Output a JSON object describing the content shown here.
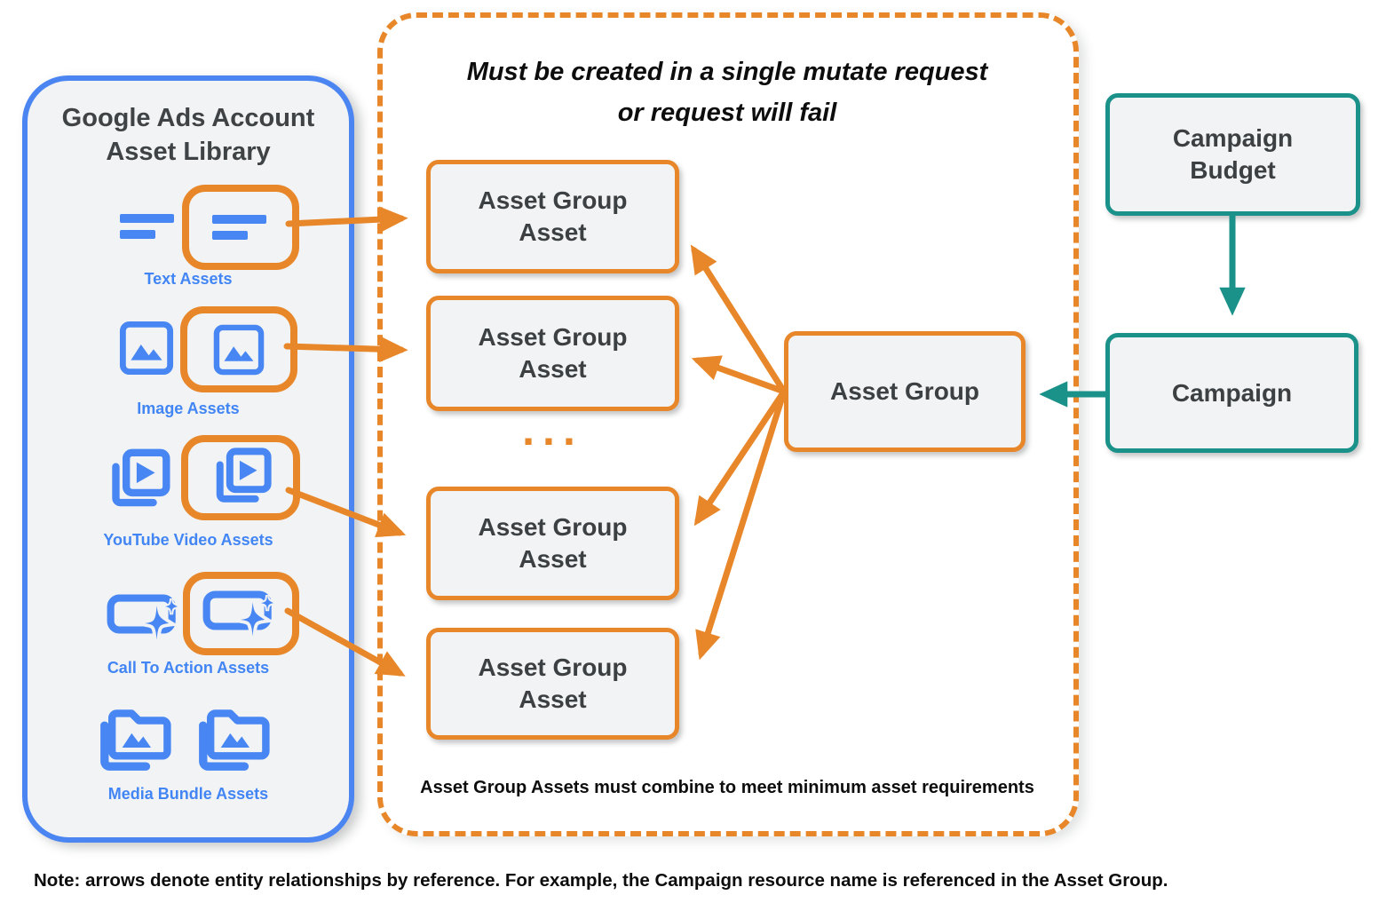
{
  "library": {
    "title_line1": "Google Ads Account",
    "title_line2": "Asset Library",
    "rows": [
      {
        "label": "Text Assets",
        "icon": "text-lines-icon",
        "highlighted": true
      },
      {
        "label": "Image Assets",
        "icon": "image-icon",
        "highlighted": true
      },
      {
        "label": "YouTube Video  Assets",
        "icon": "video-library-icon",
        "highlighted": true
      },
      {
        "label": "Call To Action Assets",
        "icon": "call-to-action-sparkle-icon",
        "highlighted": true
      },
      {
        "label": "Media Bundle  Assets",
        "icon": "media-bundle-folder-icon",
        "highlighted": false
      }
    ]
  },
  "mutate_panel": {
    "title_line1": "Must be created in a single mutate request",
    "title_line2": "or request will fail",
    "asset_group_assets": [
      "Asset Group Asset",
      "Asset Group Asset",
      "Asset Group Asset",
      "Asset Group Asset"
    ],
    "ellipsis": "...",
    "asset_group_label": "Asset Group",
    "caption": "Asset Group Assets must combine to meet minimum asset requirements"
  },
  "campaign_column": {
    "budget_label": "Campaign Budget",
    "campaign_label": "Campaign"
  },
  "note": "Note: arrows denote entity relationships by reference. For example, the Campaign resource name is referenced in the Asset Group.",
  "colors": {
    "orange": "#E8872A",
    "blue_border": "#4A85F2",
    "icon_blue": "#4786F3",
    "label_blue": "#4285F4",
    "teal": "#1A9189",
    "box_fill": "#F1F3F4",
    "dark_text": "#3C4043"
  }
}
